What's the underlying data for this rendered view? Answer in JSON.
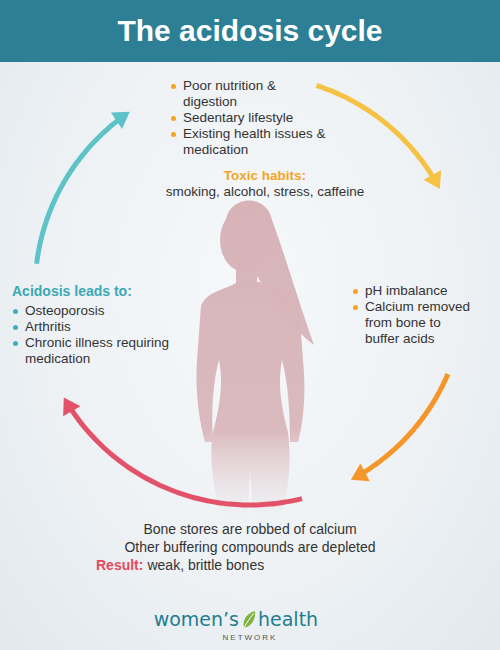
{
  "diagram": {
    "title": "The acidosis cycle",
    "nodes": [
      {
        "text": [
          "Poor nutrition & digestion",
          "Sedentary lifestyle",
          "Existing health issues & medication",
          "Toxic habits:",
          "smoking, alcohol, stress, caffeine"
        ]
      },
      {
        "text": [
          "pH imbalance",
          "Calcium removed from bone to buffer acids"
        ]
      },
      {
        "text": [
          "Bone stores are robbed of calcium",
          "Other buffering compounds are depleted",
          "Result:",
          "weak, brittle bones"
        ]
      },
      {
        "text": [
          "Acidosis leads to:",
          "Osteoporosis",
          "Arthritis",
          "Chronic illness requiring medication"
        ]
      }
    ],
    "edges": [
      {
        "from": 0,
        "to": 1,
        "arrow": "to"
      },
      {
        "from": 1,
        "to": 2,
        "arrow": "to"
      },
      {
        "from": 2,
        "to": 3,
        "arrow": "to"
      },
      {
        "from": 3,
        "to": 0,
        "arrow": "to"
      }
    ],
    "labels": [
      "women’s",
      "health",
      "NETWORK"
    ]
  }
}
